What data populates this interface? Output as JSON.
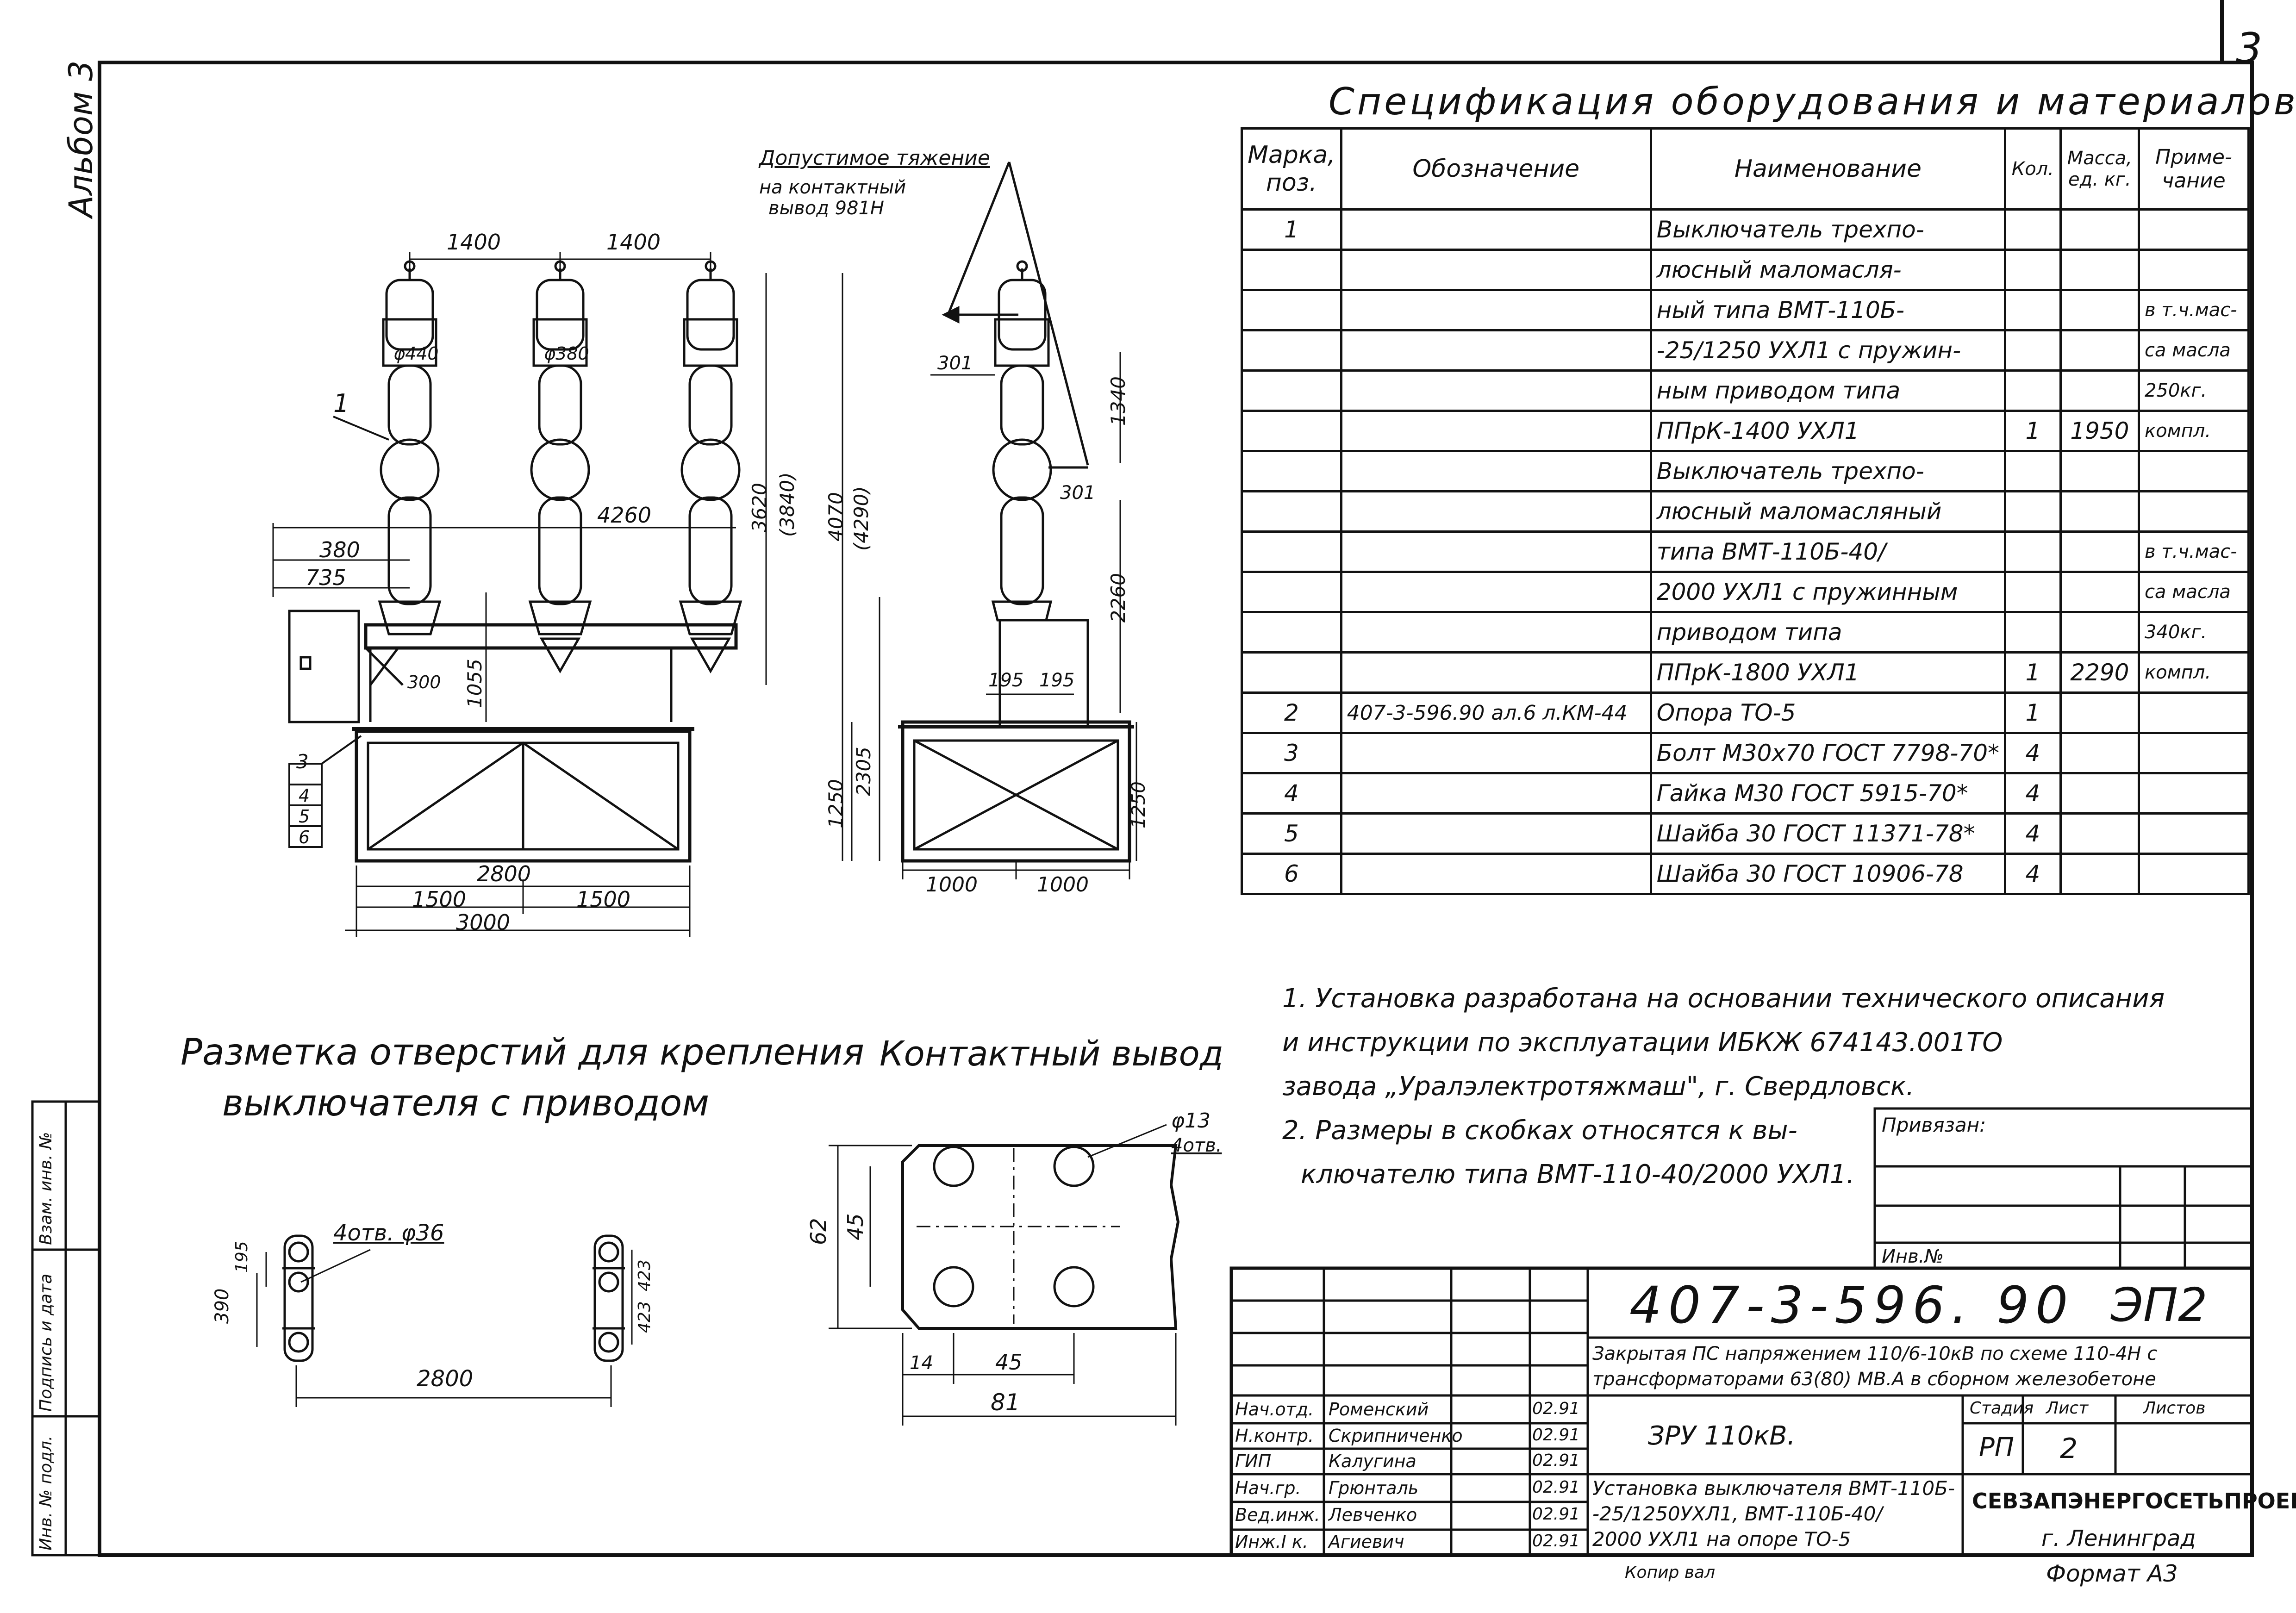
{
  "sheet_number": "3",
  "album_label": "Альбом 3",
  "spec": {
    "title": "Спецификация оборудования и материалов",
    "headers": {
      "pos": "Марка, поз.",
      "designation": "Обозначение",
      "name": "Наименование",
      "qty": "Кол.",
      "mass": "Масса, ед. кг.",
      "note": "Приме- чание"
    },
    "rows": [
      {
        "pos": "1",
        "designation": "",
        "name": "Выключатель трехпо-",
        "qty": "",
        "mass": "",
        "note": ""
      },
      {
        "pos": "",
        "designation": "",
        "name": "люсный маломасля-",
        "qty": "",
        "mass": "",
        "note": ""
      },
      {
        "pos": "",
        "designation": "",
        "name": "ный типа ВМТ-110Б-",
        "qty": "",
        "mass": "",
        "note": "в т.ч.мас-"
      },
      {
        "pos": "",
        "designation": "",
        "name": "-25/1250 УХЛ1 с пружин-",
        "qty": "",
        "mass": "",
        "note": "са масла"
      },
      {
        "pos": "",
        "designation": "",
        "name": "ным приводом типа",
        "qty": "",
        "mass": "",
        "note": "250кг."
      },
      {
        "pos": "",
        "designation": "",
        "name": "ППрК-1400 УХЛ1",
        "qty": "1",
        "mass": "1950",
        "note": "компл."
      },
      {
        "pos": "",
        "designation": "",
        "name": "Выключатель трехпо-",
        "qty": "",
        "mass": "",
        "note": ""
      },
      {
        "pos": "",
        "designation": "",
        "name": "люсный маломасляный",
        "qty": "",
        "mass": "",
        "note": ""
      },
      {
        "pos": "",
        "designation": "",
        "name": "типа ВМТ-110Б-40/",
        "qty": "",
        "mass": "",
        "note": "в т.ч.мас-"
      },
      {
        "pos": "",
        "designation": "",
        "name": "2000 УХЛ1 с пружинным",
        "qty": "",
        "mass": "",
        "note": "са масла"
      },
      {
        "pos": "",
        "designation": "",
        "name": "приводом типа",
        "qty": "",
        "mass": "",
        "note": "340кг."
      },
      {
        "pos": "",
        "designation": "",
        "name": "ППрК-1800 УХЛ1",
        "qty": "1",
        "mass": "2290",
        "note": "компл."
      },
      {
        "pos": "2",
        "designation": "407-3-596.90 ал.6 л.КМ-44",
        "name": "Опора ТО-5",
        "qty": "1",
        "mass": "",
        "note": ""
      },
      {
        "pos": "3",
        "designation": "",
        "name": "Болт М30х70 ГОСТ 7798-70*",
        "qty": "4",
        "mass": "",
        "note": ""
      },
      {
        "pos": "4",
        "designation": "",
        "name": "Гайка М30 ГОСТ 5915-70*",
        "qty": "4",
        "mass": "",
        "note": ""
      },
      {
        "pos": "5",
        "designation": "",
        "name": "Шайба 30 ГОСТ 11371-78*",
        "qty": "4",
        "mass": "",
        "note": ""
      },
      {
        "pos": "6",
        "designation": "",
        "name": "Шайба 30 ГОСТ 10906-78",
        "qty": "4",
        "mass": "",
        "note": ""
      }
    ]
  },
  "notes": [
    "1. Установка разработана на основании технического описания",
    "и инструкции по эксплуатации ИБКЖ 674143.001ТО",
    "завода „Уралэлектротяжмаш\", г. Свердловск.",
    "2. Размеры в скобках относятся к вы-",
    "ключателю типа ВМТ-110-40/2000 УХЛ1."
  ],
  "drawing": {
    "allowable_pull_1": "Допустимое тяжение",
    "allowable_pull_2": "на контактный",
    "allowable_pull_3": "вывод 981Н",
    "dims": {
      "d1400a": "1400",
      "d1400b": "1400",
      "d4260": "4260",
      "d380": "380",
      "d735": "735",
      "d300": "300",
      "d1055": "1055",
      "d3620": "3620",
      "d3840": "(3840)",
      "d4070": "4070",
      "d4290": "(4290)",
      "d2305": "2305",
      "d1250": "1250",
      "d2800": "2800",
      "d1500a": "1500",
      "d1500b": "1500",
      "d3000": "3000",
      "d301a": "301",
      "d301b": "301",
      "d1340": "1340",
      "d2260": "2260",
      "d195a": "195",
      "d195b": "195",
      "d1000a": "1000",
      "d1000b": "1000",
      "d1250b": "1250",
      "phi440": "φ440",
      "phi380": "φ380"
    },
    "pos_marks": [
      "1",
      "3",
      "4",
      "5",
      "6"
    ],
    "holes_title_1": "Разметка отверстий для крепления",
    "holes_title_2": "выключателя с приводом",
    "holes_label": "4отв. φ36",
    "holes_dims": {
      "d195": "195",
      "d390": "390",
      "d2800": "2800",
      "d423a": "423",
      "d423b": "423"
    },
    "terminal_title": "Контактный вывод",
    "terminal_dims": {
      "phi13": "φ13",
      "holes4": "4отв.",
      "d62": "62",
      "d45a": "45",
      "d45b": "45",
      "d14": "14",
      "d81": "81"
    }
  },
  "left_strip": {
    "inv_podl": "Инв. № подл.",
    "sign_date": "Подпись и дата",
    "vzam": "Взам. инв. №"
  },
  "binding": {
    "privyazan": "Привязан:",
    "inv_no": "Инв.№"
  },
  "title_block": {
    "doc_code": "407-3-596. 90",
    "mark": "ЭП2",
    "project_1": "Закрытая ПС напряжением 110/6-10кВ по схеме 110-4Н с",
    "project_2": "трансформаторами 63(80) МВ.А в сборном железобетоне",
    "object": "ЗРУ 110кВ.",
    "sheet_title_1": "Установка выключателя ВМТ-110Б-",
    "sheet_title_2": "-25/1250УХЛ1, ВМТ-110Б-40/",
    "sheet_title_3": "2000 УХЛ1 на опоре ТО-5",
    "stage_label": "Стадия",
    "sheet_label": "Лист",
    "sheets_label": "Листов",
    "stage": "РП",
    "sheet": "2",
    "org": "СЕВЗАПЭНЕРГОСЕТЬПРОЕКТ",
    "city": "г. Ленинград",
    "copied": "Копир вал",
    "format": "Формат А3",
    "staff": [
      {
        "role": "Нач.отд.",
        "name": "Роменский",
        "date": "02.91"
      },
      {
        "role": "Н.контр.",
        "name": "Скрипниченко",
        "date": "02.91"
      },
      {
        "role": "ГИП",
        "name": "Калугина",
        "date": "02.91"
      },
      {
        "role": "Нач.гр.",
        "name": "Грюнталь",
        "date": "02.91"
      },
      {
        "role": "Вед.инж.",
        "name": "Левченко",
        "date": "02.91"
      },
      {
        "role": "Инж.I к.",
        "name": "Агиевич",
        "date": "02.91"
      }
    ]
  }
}
